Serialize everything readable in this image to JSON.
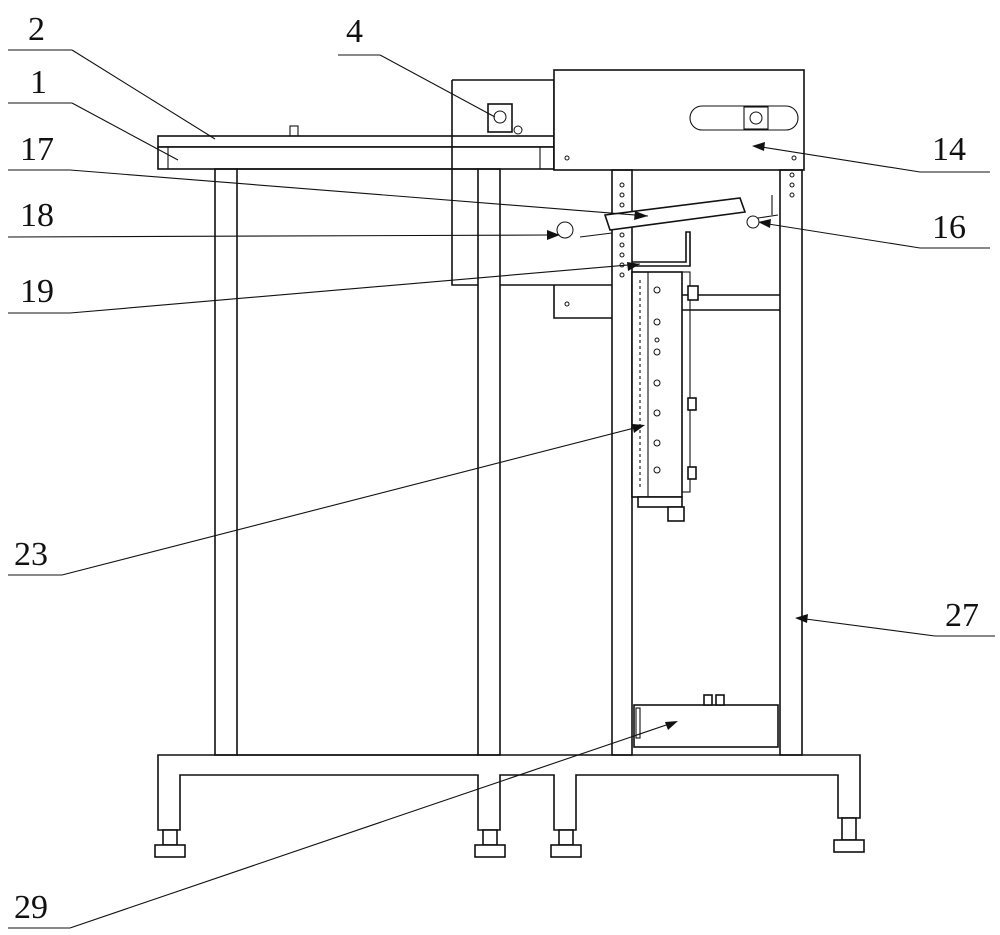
{
  "labels": {
    "l1": "1",
    "l2": "2",
    "l4": "4",
    "l14": "14",
    "l16": "16",
    "l17": "17",
    "l18": "18",
    "l19": "19",
    "l23": "23",
    "l27": "27",
    "l29": "29"
  },
  "colors": {
    "line": "#111111",
    "background": "#ffffff"
  }
}
